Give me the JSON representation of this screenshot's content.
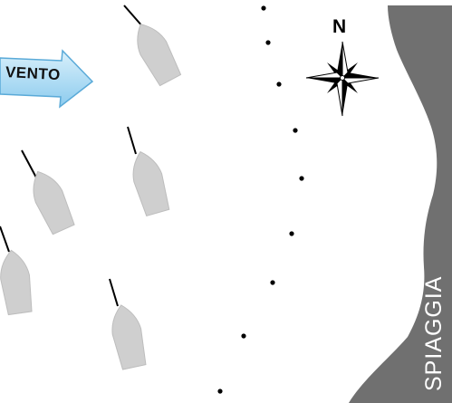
{
  "wind": {
    "label": "VENTO"
  },
  "compass": {
    "north_label": "N"
  },
  "beach": {
    "label": "SPIAGGIA"
  },
  "colors": {
    "boat_fill": "#cfcfcf",
    "boat_stroke": "#bdbdbd",
    "beach": "#707070",
    "arrow_fill": "#a9d9f2",
    "arrow_stroke": "#5aaad8",
    "buoy_line": "#000000"
  }
}
